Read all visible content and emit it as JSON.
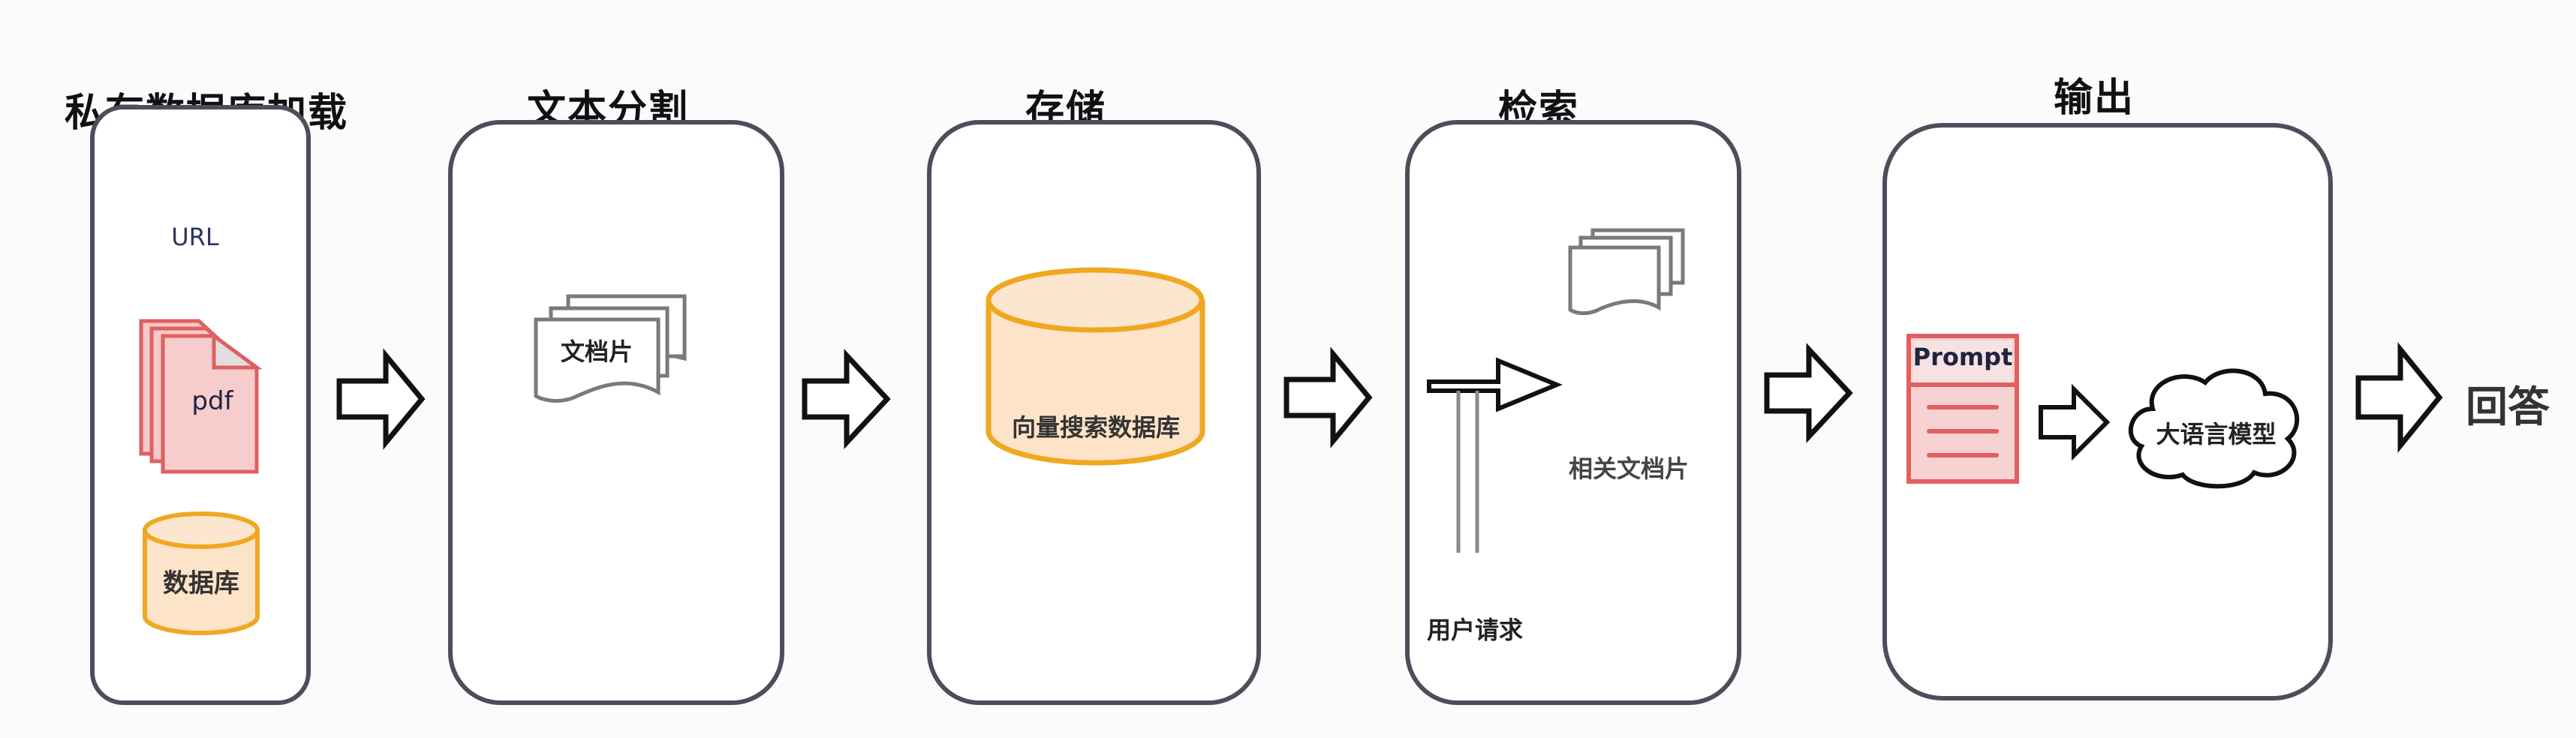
{
  "diagram": {
    "stages": [
      {
        "title": "私有数据库加载",
        "items": {
          "url": "URL",
          "pdf": "pdf",
          "database": "数据库"
        }
      },
      {
        "title": "文本分割",
        "items": {
          "chunks": "文档片"
        }
      },
      {
        "title": "存储",
        "items": {
          "vector_db": "向量搜索数据库"
        }
      },
      {
        "title": "检索",
        "items": {
          "user_query": "用户请求",
          "relevant_chunks": "相关文档片"
        }
      },
      {
        "title": "输出",
        "items": {
          "prompt": "Prompt",
          "llm": "大语言模型"
        }
      }
    ],
    "final_output": "回答",
    "colors": {
      "panel_border": "#4a4f5a",
      "pdf_fill": "#f6c9c9",
      "pdf_stroke": "#e06060",
      "db_fill": "#fde3c8",
      "db_stroke": "#f0a820",
      "doc_stroke": "#7a7a7a"
    }
  }
}
